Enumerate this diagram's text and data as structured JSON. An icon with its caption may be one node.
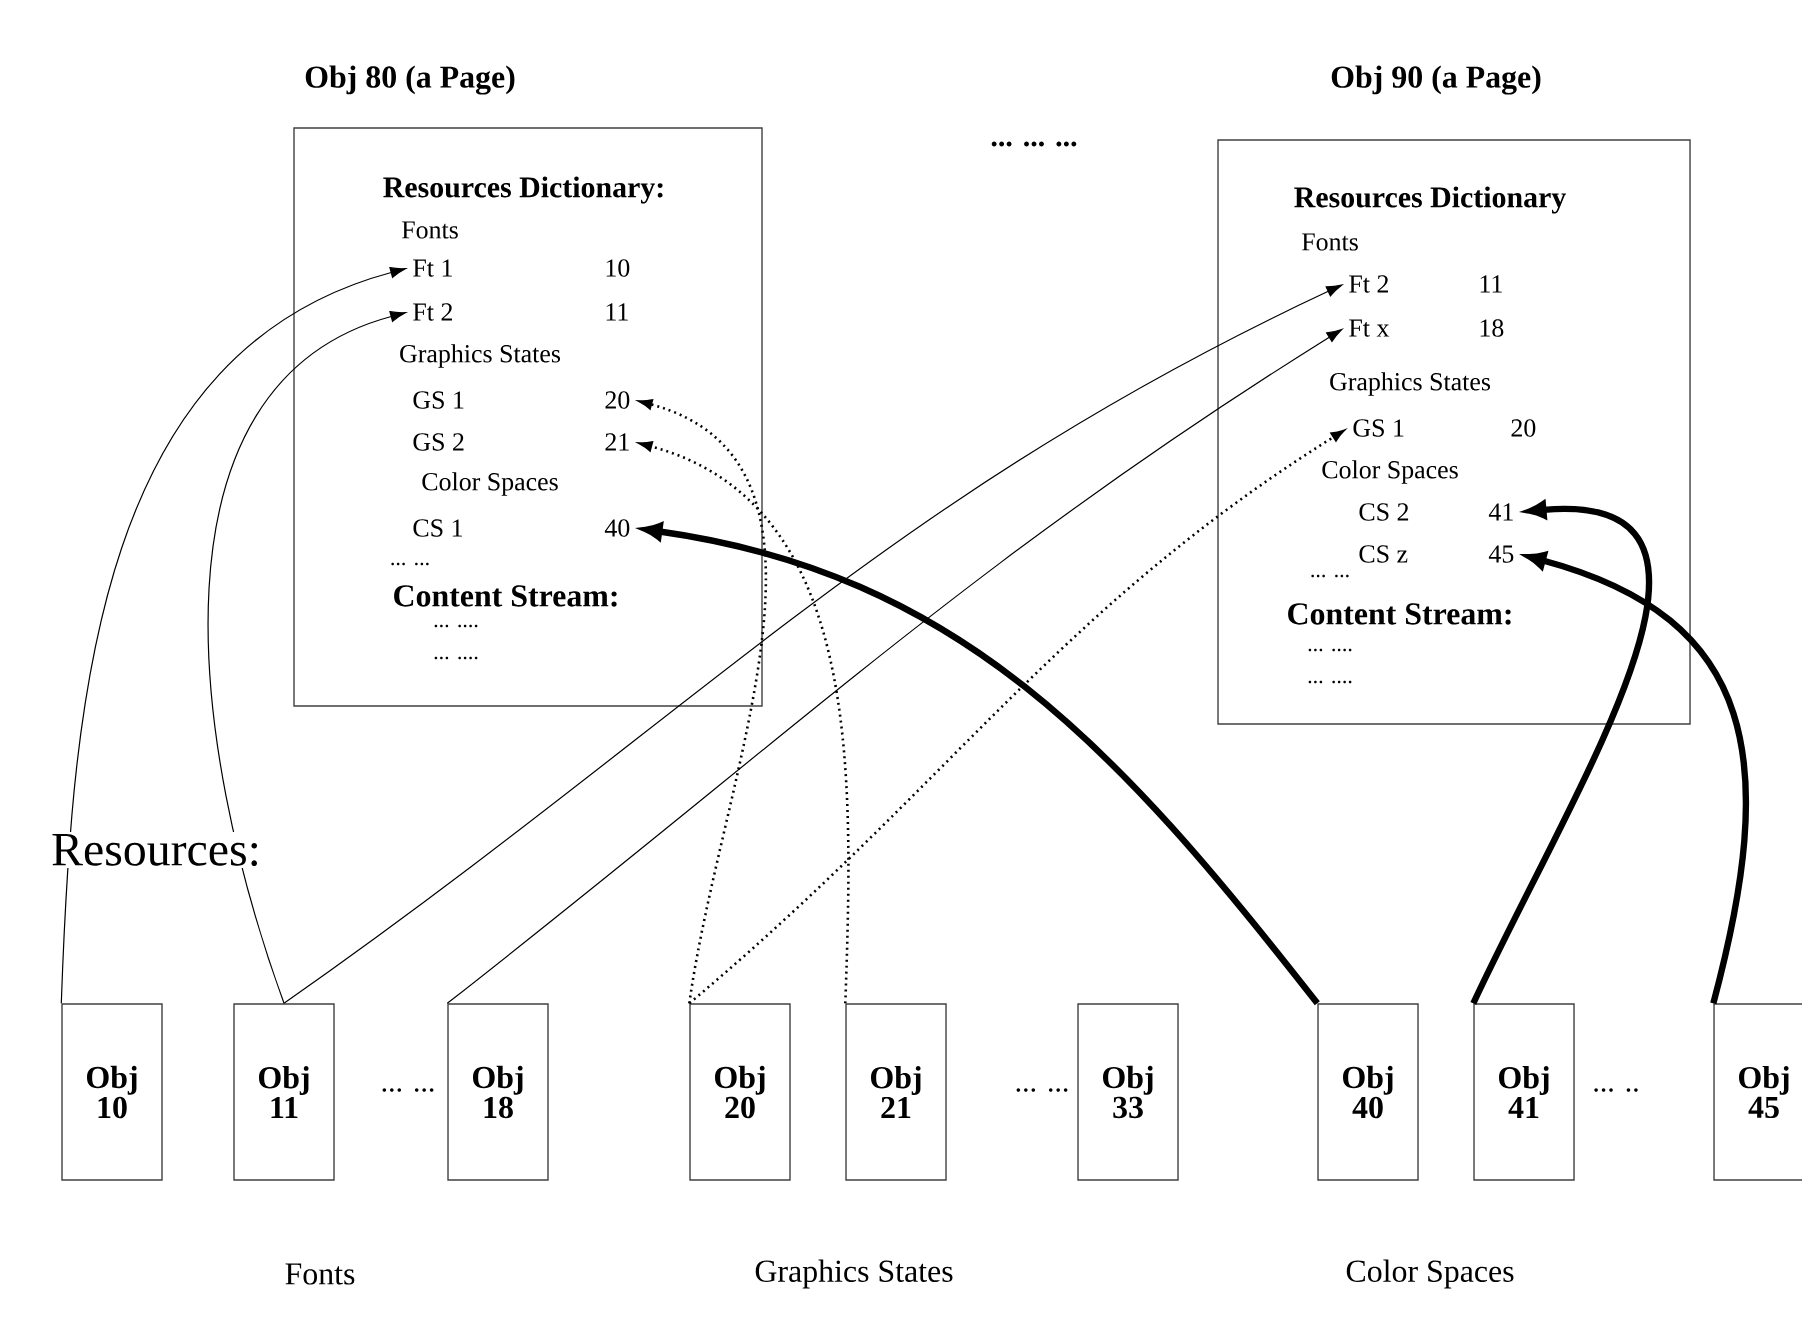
{
  "diagram": {
    "nodes": [
      {
        "text": [
          "Obj 80 (a Page)",
          "Resources Dictionary:",
          "Fonts",
          "Graphics States",
          "Color Spaces",
          "... ...",
          "Content Stream:",
          "... ....",
          "... ...."
        ]
      },
      {
        "text": [
          "Ft 1",
          "10"
        ],
        "in": 0
      },
      {
        "text": [
          "Ft 2",
          "11"
        ],
        "in": 0
      },
      {
        "text": [
          "GS 1",
          "20"
        ],
        "in": 0
      },
      {
        "text": [
          "GS 2",
          "21"
        ],
        "in": 0
      },
      {
        "text": [
          "CS 1",
          "40"
        ],
        "in": 0
      },
      {
        "text": [
          "Obj 90 (a Page)",
          "Resources Dictionary",
          "Fonts",
          "Graphics States",
          "Color Spaces",
          "... ...",
          "Content Stream:",
          "... ....",
          "... ...."
        ]
      },
      {
        "text": [
          "Ft 2",
          "11"
        ],
        "in": 6
      },
      {
        "text": [
          "Ft x",
          "18"
        ],
        "in": 6
      },
      {
        "text": [
          "GS 1",
          "20"
        ],
        "in": 6
      },
      {
        "text": [
          "CS 2",
          "41"
        ],
        "in": 6
      },
      {
        "text": [
          "CS z",
          "45"
        ],
        "in": 6
      },
      {
        "text": [
          "Obj 10"
        ]
      },
      {
        "text": [
          "Obj 11"
        ]
      },
      {
        "text": [
          "Obj 18"
        ]
      },
      {
        "text": [
          "Obj 20"
        ]
      },
      {
        "text": [
          "Obj 21"
        ]
      },
      {
        "text": [
          "Obj 33"
        ]
      },
      {
        "text": [
          "Obj 40"
        ]
      },
      {
        "text": [
          "Obj 41"
        ]
      },
      {
        "text": [
          "Obj 45"
        ]
      }
    ],
    "edges": [
      {
        "from": 12,
        "to": 1,
        "arrow": "to"
      },
      {
        "from": 13,
        "to": 2,
        "arrow": "to"
      },
      {
        "from": 13,
        "to": 7,
        "arrow": "to"
      },
      {
        "from": 14,
        "to": 8,
        "arrow": "to"
      },
      {
        "from": 15,
        "to": 3,
        "arrow": "to",
        "style": "dashed"
      },
      {
        "from": 15,
        "to": 9,
        "arrow": "to",
        "style": "dashed"
      },
      {
        "from": 16,
        "to": 4,
        "arrow": "to",
        "style": "dashed"
      },
      {
        "from": 18,
        "to": 5,
        "arrow": "to",
        "style": "thick"
      },
      {
        "from": 19,
        "to": 10,
        "arrow": "to",
        "style": "thick"
      },
      {
        "from": 20,
        "to": 11,
        "arrow": "to",
        "style": "thick"
      }
    ],
    "labels": [
      "... ... ...",
      "Resources:",
      "... ...",
      "... ...",
      "... ..",
      "Fonts",
      "Graphics States",
      "Color Spaces"
    ]
  }
}
